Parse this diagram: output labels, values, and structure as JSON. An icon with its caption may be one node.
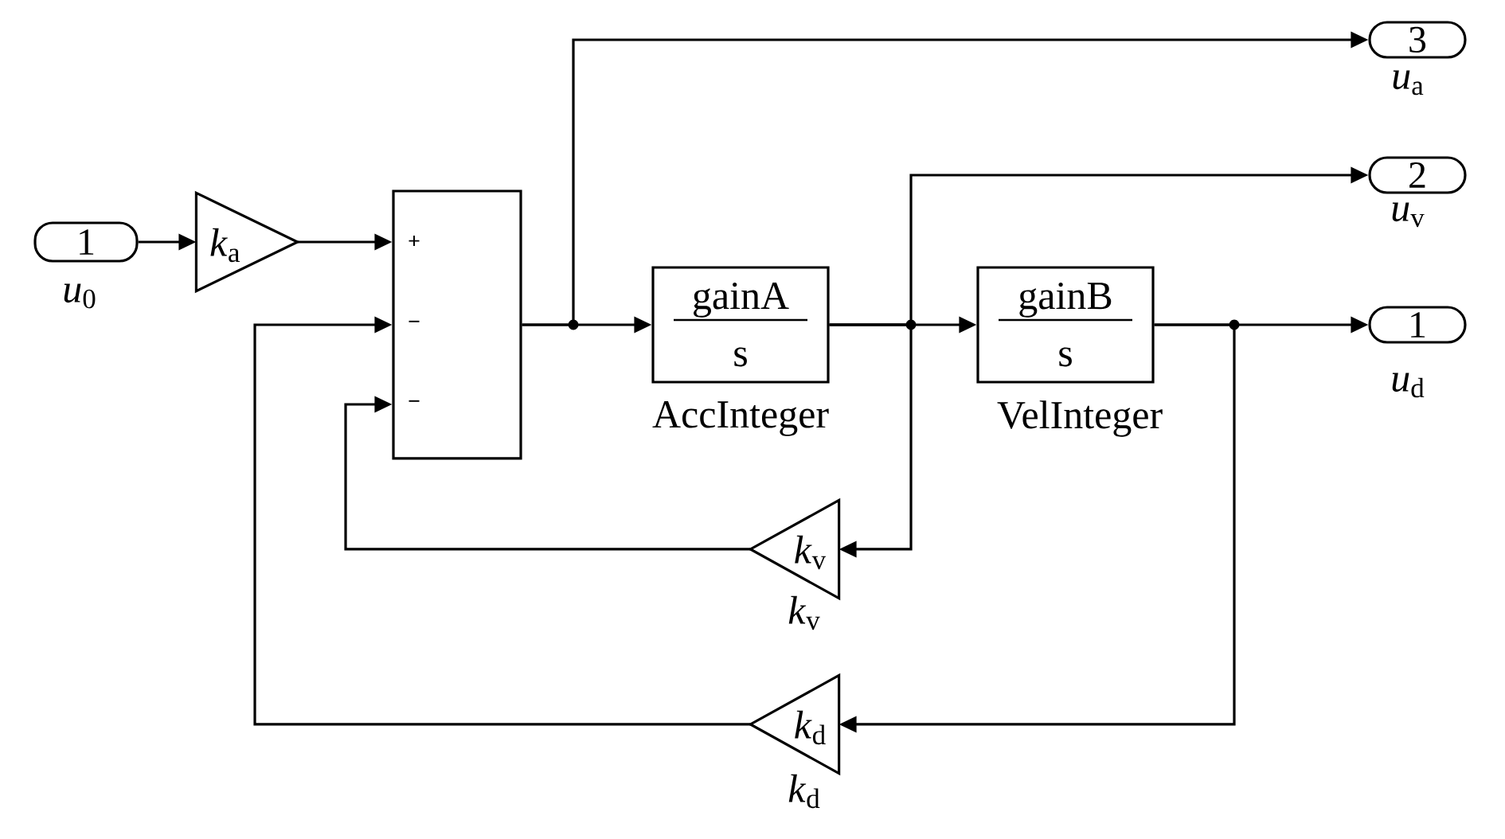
{
  "diagram": {
    "nodes": [
      {
        "text": [
          "1"
        ],
        "beside": [
          "*u*$_{0}$"
        ]
      },
      {
        "text": [
          "*k*$_{a}$"
        ]
      },
      {
        "text": [
          "+",
          "−",
          "−"
        ]
      },
      {
        "text": [
          "gainA",
          "s"
        ],
        "beside": [
          "AccInteger"
        ]
      },
      {
        "text": [
          "gainB",
          "s"
        ],
        "beside": [
          "VelInteger"
        ]
      },
      {
        "text": [
          "3"
        ],
        "beside": [
          "*u*$_{a}$"
        ]
      },
      {
        "text": [
          "2"
        ],
        "beside": [
          "*u*$_{v}$"
        ]
      },
      {
        "text": [
          "1"
        ],
        "beside": [
          "*u*$_{d}$"
        ]
      },
      {
        "text": [
          "*k*$_{v}$"
        ],
        "beside": [
          "*k*$_{v}$"
        ]
      },
      {
        "text": [
          "*k*$_{d}$"
        ],
        "beside": [
          "*k*$_{d}$"
        ]
      }
    ],
    "edges": [
      {
        "from": 0,
        "to": 1,
        "arrow": "to"
      },
      {
        "from": 1,
        "to": 2,
        "arrow": "to"
      },
      {
        "from": 2,
        "to": 3,
        "arrow": "to"
      },
      {
        "from": 2,
        "to": 5,
        "arrow": "to"
      },
      {
        "from": 3,
        "to": 4,
        "arrow": "to"
      },
      {
        "from": 3,
        "to": 6,
        "arrow": "to"
      },
      {
        "from": 3,
        "to": 8,
        "arrow": "to"
      },
      {
        "from": 4,
        "to": 7,
        "arrow": "to"
      },
      {
        "from": 4,
        "to": 9,
        "arrow": "to"
      },
      {
        "from": 8,
        "to": 2,
        "arrow": "to"
      },
      {
        "from": 9,
        "to": 2,
        "arrow": "to"
      }
    ]
  }
}
